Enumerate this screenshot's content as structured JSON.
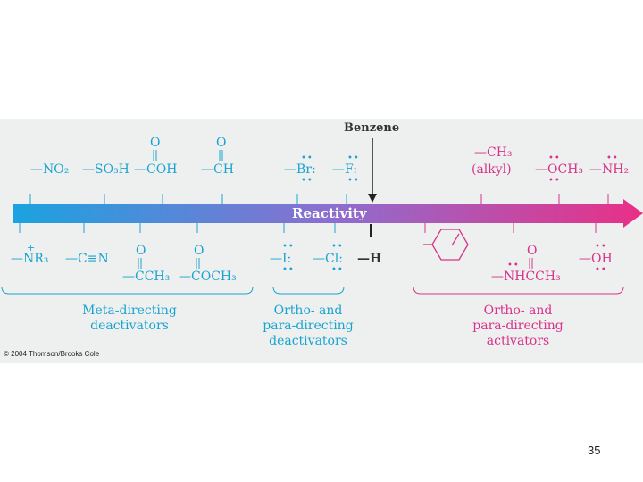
{
  "diagram": {
    "benzene_label": "Benzene",
    "reactivity_label": "Reactivity",
    "h_label": "—H",
    "groups": {
      "meta": "Meta-directing\ndeactivators",
      "op_deact": "Ortho- and\npara-directing\ndeactivators",
      "op_act": "Ortho- and\npara-directing\nactivators"
    },
    "substituents": {
      "no2": "—NO₂",
      "so3h": "—SO₃H",
      "cooh": "—COH",
      "cho": "—CH",
      "br": "—Br:",
      "f": "—F:",
      "ch3": "—CH₃",
      "alkyl": "(alkyl)",
      "och3": "—OCH₃",
      "nh2": "—NH₂",
      "nr3": "—NR₃",
      "cn": "—C≡N",
      "cch3": "—CCH₃",
      "cooch3": "—COCH₃",
      "i": "—I:",
      "cl": "—Cl:",
      "nhcch3": "—NHCCH₃",
      "oh": "—OH",
      "carbonyl_o": "O",
      "plus": "+"
    },
    "colors": {
      "deactivating": "#1aa3cf",
      "activating": "#d8328a",
      "arrow_mid": "#8b6fd0"
    }
  },
  "copyright": "© 2004 Thomson/Brooks Cole",
  "page_number": "35"
}
